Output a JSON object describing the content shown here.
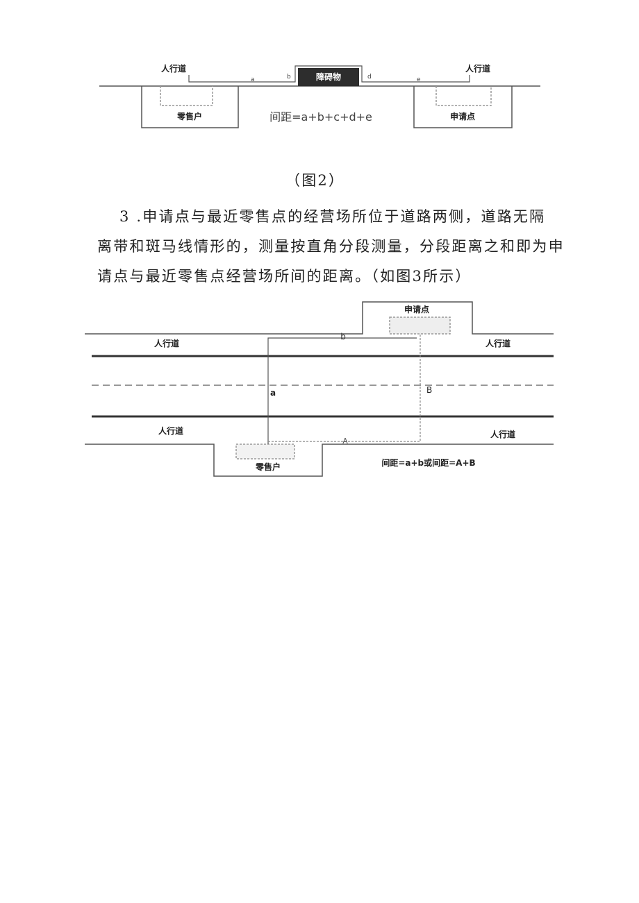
{
  "figure2": {
    "sidewalk_left": "人行道",
    "sidewalk_right": "人行道",
    "obstacle": "障碍物",
    "retailer": "零售户",
    "applicant": "申请点",
    "segments": [
      "a",
      "b",
      "d",
      "e"
    ],
    "formula": "间距=a+b+c+d+e"
  },
  "caption2": "（图2）",
  "paragraph": {
    "lines": [
      "3 .申请点与最近零售点的经营场所位于道路两侧，道路无隔",
      "离带和斑马线情形的，测量按直角分段测量，分段距离之和即为申",
      "请点与最近零售点经营场所间的距离。（如图3所示）"
    ]
  },
  "figure3": {
    "applicant": "申请点",
    "sidewalk_tl": "人行道",
    "sidewalk_tr": "人行道",
    "sidewalk_bl": "人行道",
    "sidewalk_br": "人行道",
    "retailer": "零售户",
    "seg_a": "a",
    "seg_b": "b",
    "seg_A": "A",
    "seg_B": "B",
    "formula": "间距=a+b或间距=A+B"
  }
}
